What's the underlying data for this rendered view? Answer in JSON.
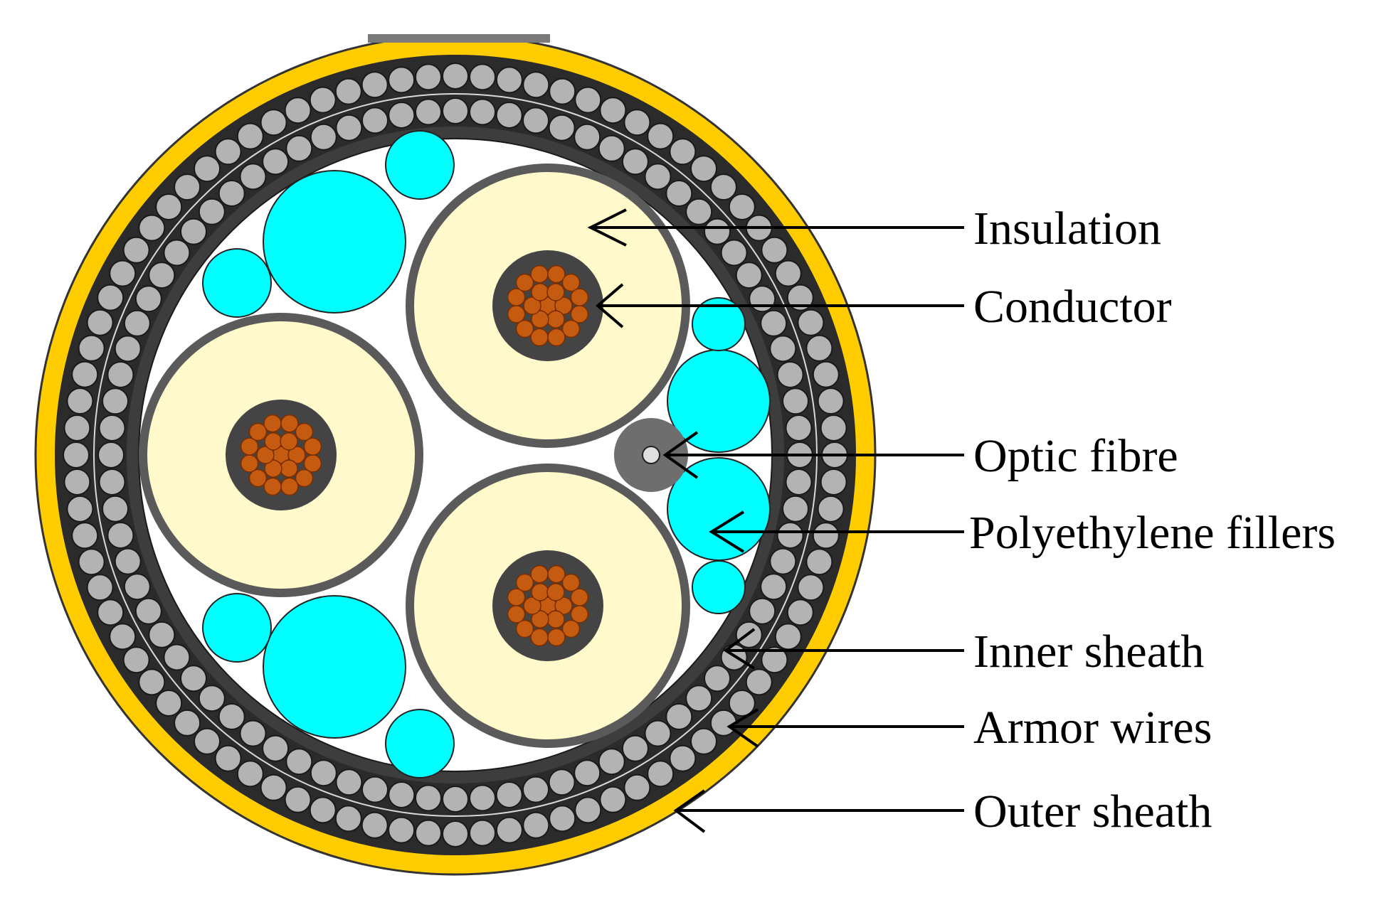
{
  "colors": {
    "background": "#ffffff",
    "outer_sheath": "#ffcc00",
    "armor_wire": "#b3b3b3",
    "armor_bedding": "#2b2b2b",
    "inner_sheath": "#3d3d3d",
    "insulation": "#fff9cc",
    "conductor_strand": "#c55a11",
    "filler": "#00ffff",
    "optic_fibre_jacket": "#6e6e6e",
    "optic_fibre_core": "#e0e0e0",
    "leader_line": "#000000",
    "label_text": "#000000"
  },
  "labels": [
    {
      "id": "insulation",
      "text": "Insulation"
    },
    {
      "id": "conductor",
      "text": "Conductor"
    },
    {
      "id": "optic-fibre",
      "text": "Optic fibre"
    },
    {
      "id": "polyethylene-fillers",
      "text": "Polyethylene fillers"
    },
    {
      "id": "inner-sheath",
      "text": "Inner sheath"
    },
    {
      "id": "armor-wires",
      "text": "Armor wires"
    },
    {
      "id": "outer-sheath",
      "text": "Outer sheath"
    }
  ]
}
